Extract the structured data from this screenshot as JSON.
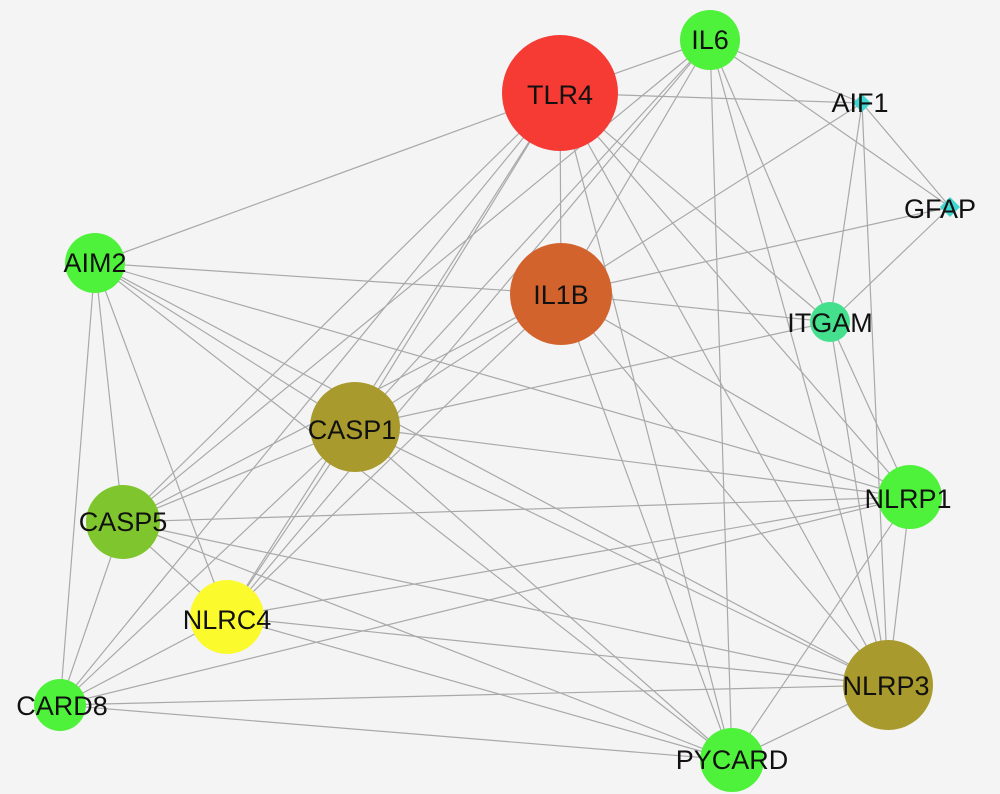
{
  "nodes": [
    {
      "id": "TLR4",
      "label": "TLR4",
      "color": "#f63b35"
    },
    {
      "id": "IL6",
      "label": "IL6",
      "color": "#4ff23a"
    },
    {
      "id": "AIF1",
      "label": "AIF1",
      "color": "#3fd6d0"
    },
    {
      "id": "GFAP",
      "label": "GFAP",
      "color": "#3fd6d0"
    },
    {
      "id": "ITGAM",
      "label": "ITGAM",
      "color": "#45e08e"
    },
    {
      "id": "IL1B",
      "label": "IL1B",
      "color": "#d3632d"
    },
    {
      "id": "AIM2",
      "label": "AIM2",
      "color": "#4ff23a"
    },
    {
      "id": "CASP1",
      "label": "CASP1",
      "color": "#a89a2c"
    },
    {
      "id": "CASP5",
      "label": "CASP5",
      "color": "#7fc62e"
    },
    {
      "id": "NLRC4",
      "label": "NLRC4",
      "color": "#fafa2c"
    },
    {
      "id": "CARD8",
      "label": "CARD8",
      "color": "#4ff23a"
    },
    {
      "id": "NLRP1",
      "label": "NLRP1",
      "color": "#4ff23a"
    },
    {
      "id": "NLRP3",
      "label": "NLRP3",
      "color": "#a89a2c"
    },
    {
      "id": "PYCARD",
      "label": "PYCARD",
      "color": "#4ff23a"
    }
  ],
  "edges": [
    [
      "TLR4",
      "IL6"
    ],
    [
      "TLR4",
      "AIF1"
    ],
    [
      "TLR4",
      "IL1B"
    ],
    [
      "TLR4",
      "AIM2"
    ],
    [
      "TLR4",
      "CASP1"
    ],
    [
      "TLR4",
      "CASP5"
    ],
    [
      "TLR4",
      "NLRC4"
    ],
    [
      "TLR4",
      "CARD8"
    ],
    [
      "TLR4",
      "NLRP1"
    ],
    [
      "TLR4",
      "NLRP3"
    ],
    [
      "TLR4",
      "PYCARD"
    ],
    [
      "TLR4",
      "ITGAM"
    ],
    [
      "IL6",
      "AIF1"
    ],
    [
      "IL6",
      "GFAP"
    ],
    [
      "IL6",
      "ITGAM"
    ],
    [
      "IL6",
      "IL1B"
    ],
    [
      "IL6",
      "CASP1"
    ],
    [
      "IL6",
      "NLRC4"
    ],
    [
      "IL6",
      "NLRP3"
    ],
    [
      "IL6",
      "PYCARD"
    ],
    [
      "IL6",
      "CASP5"
    ],
    [
      "AIF1",
      "GFAP"
    ],
    [
      "AIF1",
      "ITGAM"
    ],
    [
      "AIF1",
      "IL1B"
    ],
    [
      "AIF1",
      "NLRP3"
    ],
    [
      "GFAP",
      "ITGAM"
    ],
    [
      "GFAP",
      "IL1B"
    ],
    [
      "ITGAM",
      "IL1B"
    ],
    [
      "ITGAM",
      "NLRP1"
    ],
    [
      "ITGAM",
      "NLRP3"
    ],
    [
      "ITGAM",
      "CASP1"
    ],
    [
      "IL1B",
      "AIM2"
    ],
    [
      "IL1B",
      "CASP1"
    ],
    [
      "IL1B",
      "NLRP1"
    ],
    [
      "IL1B",
      "NLRP3"
    ],
    [
      "IL1B",
      "PYCARD"
    ],
    [
      "IL1B",
      "CASP5"
    ],
    [
      "IL1B",
      "NLRC4"
    ],
    [
      "AIM2",
      "CASP1"
    ],
    [
      "AIM2",
      "CASP5"
    ],
    [
      "AIM2",
      "NLRC4"
    ],
    [
      "AIM2",
      "CARD8"
    ],
    [
      "AIM2",
      "NLRP1"
    ],
    [
      "AIM2",
      "NLRP3"
    ],
    [
      "AIM2",
      "PYCARD"
    ],
    [
      "CASP1",
      "CASP5"
    ],
    [
      "CASP1",
      "NLRC4"
    ],
    [
      "CASP1",
      "CARD8"
    ],
    [
      "CASP1",
      "NLRP1"
    ],
    [
      "CASP1",
      "NLRP3"
    ],
    [
      "CASP1",
      "PYCARD"
    ],
    [
      "CASP5",
      "NLRC4"
    ],
    [
      "CASP5",
      "CARD8"
    ],
    [
      "CASP5",
      "NLRP1"
    ],
    [
      "CASP5",
      "NLRP3"
    ],
    [
      "CASP5",
      "PYCARD"
    ],
    [
      "NLRC4",
      "CARD8"
    ],
    [
      "NLRC4",
      "NLRP3"
    ],
    [
      "NLRC4",
      "PYCARD"
    ],
    [
      "NLRC4",
      "NLRP1"
    ],
    [
      "CARD8",
      "NLRP3"
    ],
    [
      "CARD8",
      "PYCARD"
    ],
    [
      "CARD8",
      "NLRP1"
    ],
    [
      "NLRP1",
      "NLRP3"
    ],
    [
      "NLRP1",
      "PYCARD"
    ],
    [
      "NLRP3",
      "PYCARD"
    ]
  ]
}
